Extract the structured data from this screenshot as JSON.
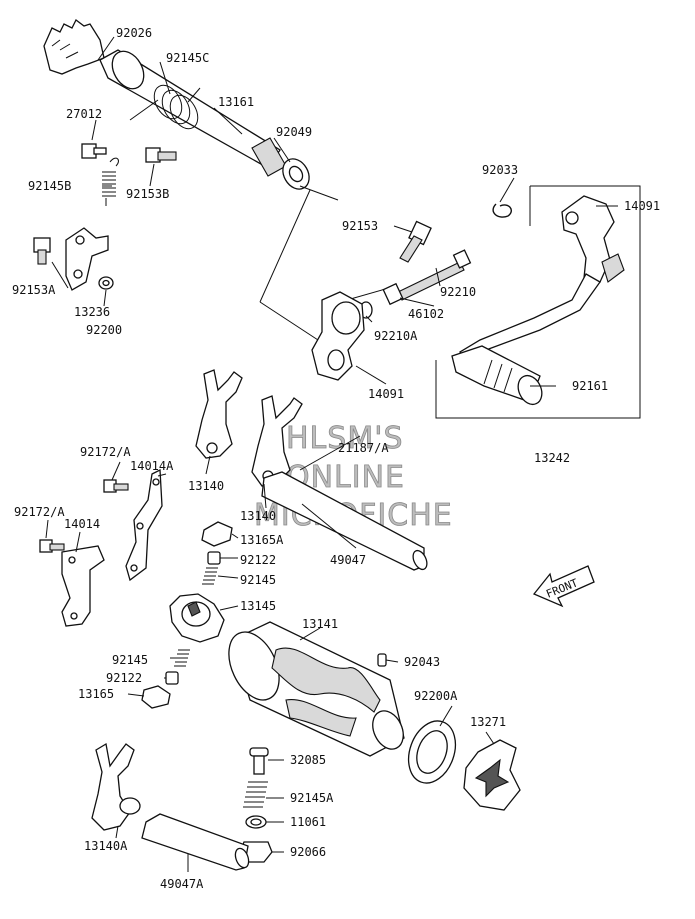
{
  "watermark": [
    "HLSM'S",
    "ONLINE",
    "MICROFICHE"
  ],
  "front_label": "FRONT",
  "labels": {
    "p92026": "92026",
    "p92145C": "92145C",
    "p13161": "13161",
    "p27012": "27012",
    "p92049": "92049",
    "p92145B": "92145B",
    "p92153B": "92153B",
    "p92033": "92033",
    "p14091a": "14091",
    "p92153a": "92153",
    "p92153A": "92153A",
    "p92210": "92210",
    "p46102": "46102",
    "p13236": "13236",
    "p92200": "92200",
    "p92210A": "92210A",
    "p92161": "92161",
    "p14091b": "14091",
    "p21187A": "21187/A",
    "p13242": "13242",
    "p92172A_1": "92172/A",
    "p14014A": "14014A",
    "p13140a": "13140",
    "p13140b": "13140",
    "p92172A_2": "92172/A",
    "p14014": "14014",
    "p13165A": "13165A",
    "p49047": "49047",
    "p92122a": "92122",
    "p92145a": "92145",
    "p13145": "13145",
    "p13141": "13141",
    "p92145b": "92145",
    "p92043": "92043",
    "p92122b": "92122",
    "p13165": "13165",
    "p92200A": "92200A",
    "p13271": "13271",
    "p32085": "32085",
    "p92145A": "92145A",
    "p11061": "11061",
    "p13140A": "13140A",
    "p92066": "92066",
    "p49047A": "49047A"
  }
}
